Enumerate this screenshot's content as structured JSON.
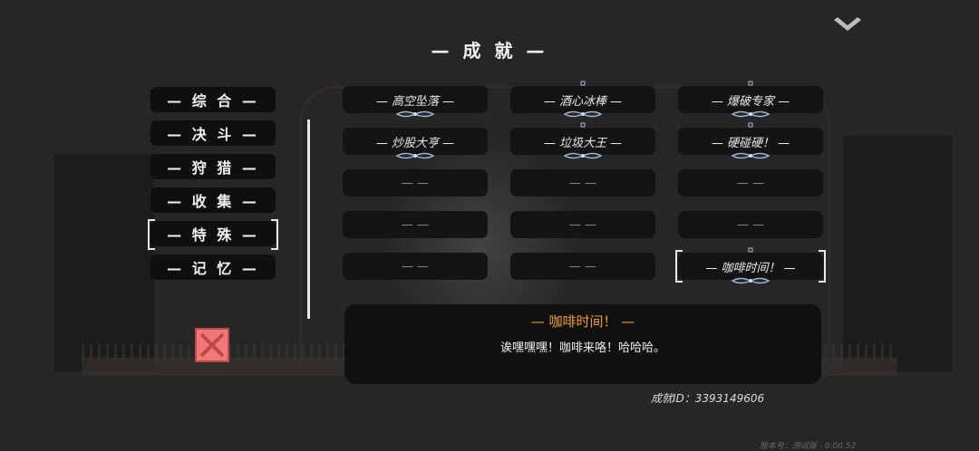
{
  "title": "— 成 就 —",
  "categories": [
    {
      "label": "— 综 合 —",
      "selected": false
    },
    {
      "label": "— 决 斗 —",
      "selected": false
    },
    {
      "label": "— 狩 猎 —",
      "selected": false
    },
    {
      "label": "— 收 集 —",
      "selected": false
    },
    {
      "label": "— 特 殊 —",
      "selected": true
    },
    {
      "label": "— 记 忆 —",
      "selected": false
    }
  ],
  "achievements": [
    {
      "label": "— 高空坠落 —",
      "unlocked": true
    },
    {
      "label": "— 酒心冰棒 —",
      "unlocked": true
    },
    {
      "label": "— 爆破专家 —",
      "unlocked": true
    },
    {
      "label": "— 炒股大亨 —",
      "unlocked": true
    },
    {
      "label": "— 垃圾大王 —",
      "unlocked": true
    },
    {
      "label": "— 硬碰硬！ —",
      "unlocked": true
    },
    {
      "label": "— —",
      "unlocked": false
    },
    {
      "label": "— —",
      "unlocked": false
    },
    {
      "label": "— —",
      "unlocked": false
    },
    {
      "label": "— —",
      "unlocked": false
    },
    {
      "label": "— —",
      "unlocked": false
    },
    {
      "label": "— —",
      "unlocked": false
    },
    {
      "label": "— —",
      "unlocked": false
    },
    {
      "label": "— —",
      "unlocked": false
    },
    {
      "label": "— 咖啡时间！ —",
      "unlocked": true
    }
  ],
  "detail": {
    "title": "— 咖啡时间！ —",
    "description": "诶嘿嘿嘿！咖啡来咯！哈哈哈。"
  },
  "achievement_id": "成就ID：3393149606",
  "version": "版本号：测试版 - 0.00.52",
  "colors": {
    "highlight": "#f0a020",
    "close_button": "#f07878",
    "panel": "#141414",
    "background": "#262626"
  },
  "icons": {
    "collapse": "chevron-down-icon",
    "close": "close-x-icon",
    "ornament": "ornament-icon"
  }
}
